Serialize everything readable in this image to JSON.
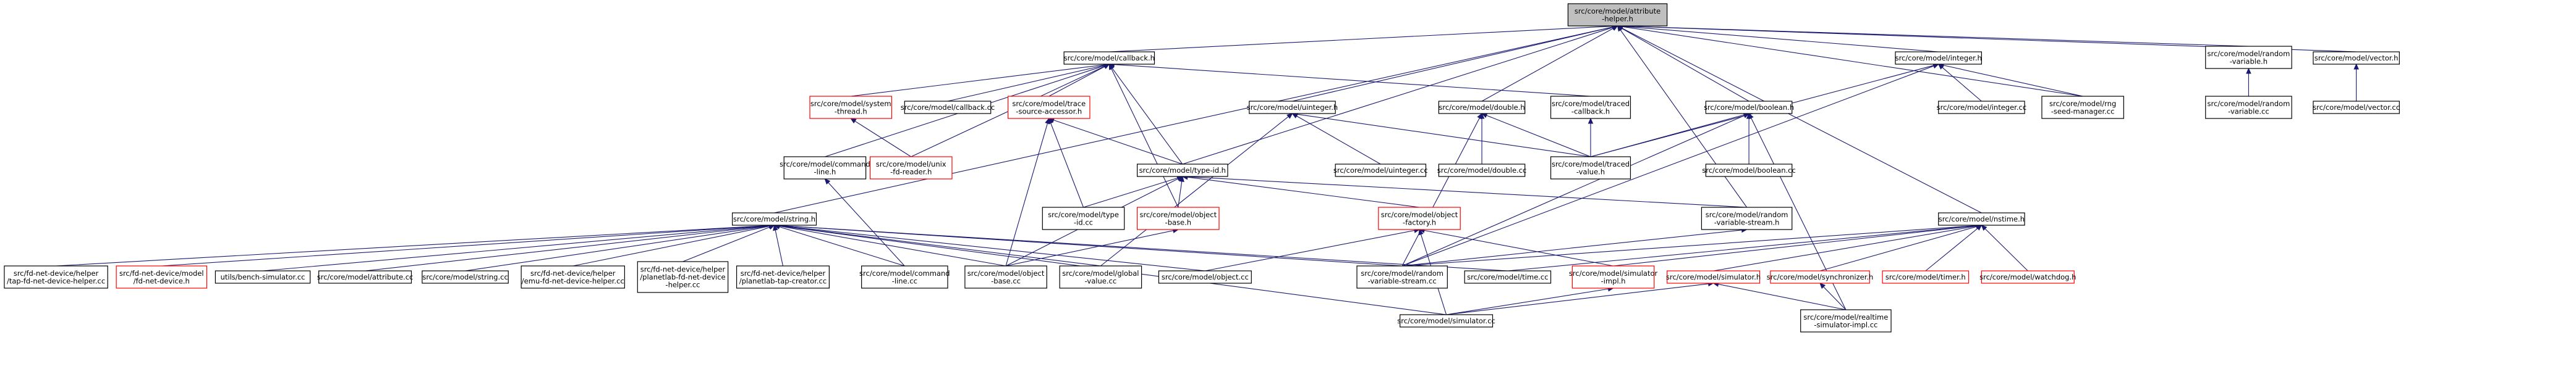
{
  "colors": {
    "edge": "#191970",
    "black_border": "#000000",
    "red_border": "#ff0000",
    "root_fill": "#bfbfbf"
  },
  "nodes": [
    {
      "id": "attr_h",
      "lines": [
        "src/core/model/attribute",
        "-helper.h"
      ],
      "border": "black",
      "root": true
    },
    {
      "id": "callback_h",
      "lines": [
        "src/core/model/callback.h"
      ],
      "border": "black"
    },
    {
      "id": "integer_h",
      "lines": [
        "src/core/model/integer.h"
      ],
      "border": "black"
    },
    {
      "id": "random_var_h",
      "lines": [
        "src/core/model/random",
        "-variable.h"
      ],
      "border": "black"
    },
    {
      "id": "vector_h",
      "lines": [
        "src/core/model/vector.h"
      ],
      "border": "black"
    },
    {
      "id": "system_thread_h",
      "lines": [
        "src/core/model/system",
        "-thread.h"
      ],
      "border": "red"
    },
    {
      "id": "callback_cc",
      "lines": [
        "src/core/model/callback.cc"
      ],
      "border": "black"
    },
    {
      "id": "trace_src_h",
      "lines": [
        "src/core/model/trace",
        "-source-accessor.h"
      ],
      "border": "red"
    },
    {
      "id": "uinteger_h",
      "lines": [
        "src/core/model/uinteger.h"
      ],
      "border": "black"
    },
    {
      "id": "double_h",
      "lines": [
        "src/core/model/double.h"
      ],
      "border": "black"
    },
    {
      "id": "traced_cb_h",
      "lines": [
        "src/core/model/traced",
        "-callback.h"
      ],
      "border": "black"
    },
    {
      "id": "boolean_h",
      "lines": [
        "src/core/model/boolean.h"
      ],
      "border": "black"
    },
    {
      "id": "integer_cc",
      "lines": [
        "src/core/model/integer.cc"
      ],
      "border": "black"
    },
    {
      "id": "rng_seed_cc",
      "lines": [
        "src/core/model/rng",
        "-seed-manager.cc"
      ],
      "border": "black"
    },
    {
      "id": "random_var_cc",
      "lines": [
        "src/core/model/random",
        "-variable.cc"
      ],
      "border": "black"
    },
    {
      "id": "vector_cc",
      "lines": [
        "src/core/model/vector.cc"
      ],
      "border": "black"
    },
    {
      "id": "command_line_h",
      "lines": [
        "src/core/model/command",
        "-line.h"
      ],
      "border": "black"
    },
    {
      "id": "unix_fd_h",
      "lines": [
        "src/core/model/unix",
        "-fd-reader.h"
      ],
      "border": "red"
    },
    {
      "id": "type_id_h",
      "lines": [
        "src/core/model/type-id.h"
      ],
      "border": "black"
    },
    {
      "id": "uinteger_cc",
      "lines": [
        "src/core/model/uinteger.cc"
      ],
      "border": "black"
    },
    {
      "id": "double_cc",
      "lines": [
        "src/core/model/double.cc"
      ],
      "border": "black"
    },
    {
      "id": "traced_value_h",
      "lines": [
        "src/core/model/traced",
        "-value.h"
      ],
      "border": "black"
    },
    {
      "id": "boolean_cc",
      "lines": [
        "src/core/model/boolean.cc"
      ],
      "border": "black"
    },
    {
      "id": "string_h",
      "lines": [
        "src/core/model/string.h"
      ],
      "border": "black"
    },
    {
      "id": "type_id_cc",
      "lines": [
        "src/core/model/type",
        "-id.cc"
      ],
      "border": "black"
    },
    {
      "id": "object_base_h",
      "lines": [
        "src/core/model/object",
        "-base.h"
      ],
      "border": "red"
    },
    {
      "id": "object_factory_h",
      "lines": [
        "src/core/model/object",
        "-factory.h"
      ],
      "border": "red"
    },
    {
      "id": "random_vs_h",
      "lines": [
        "src/core/model/random",
        "-variable-stream.h"
      ],
      "border": "black"
    },
    {
      "id": "nstime_h",
      "lines": [
        "src/core/model/nstime.h"
      ],
      "border": "black"
    },
    {
      "id": "tap_fd_helper_cc",
      "lines": [
        "src/fd-net-device/helper",
        "/tap-fd-net-device-helper.cc"
      ],
      "border": "black"
    },
    {
      "id": "fd_net_device_h",
      "lines": [
        "src/fd-net-device/model",
        "/fd-net-device.h"
      ],
      "border": "red"
    },
    {
      "id": "bench_sim_cc",
      "lines": [
        "utils/bench-simulator.cc"
      ],
      "border": "black"
    },
    {
      "id": "attribute_cc",
      "lines": [
        "src/core/model/attribute.cc"
      ],
      "border": "black"
    },
    {
      "id": "string_cc",
      "lines": [
        "src/core/model/string.cc"
      ],
      "border": "black"
    },
    {
      "id": "emu_fd_helper_cc",
      "lines": [
        "src/fd-net-device/helper",
        "/emu-fd-net-device-helper.cc"
      ],
      "border": "black"
    },
    {
      "id": "planetlab_fd_helper_cc",
      "lines": [
        "src/fd-net-device/helper",
        "/planetlab-fd-net-device",
        "-helper.cc"
      ],
      "border": "black"
    },
    {
      "id": "planetlab_tap_cc",
      "lines": [
        "src/fd-net-device/helper",
        "/planetlab-tap-creator.cc"
      ],
      "border": "black"
    },
    {
      "id": "command_line_cc",
      "lines": [
        "src/core/model/command",
        "-line.cc"
      ],
      "border": "black"
    },
    {
      "id": "object_base_cc",
      "lines": [
        "src/core/model/object",
        "-base.cc"
      ],
      "border": "black"
    },
    {
      "id": "global_value_cc",
      "lines": [
        "src/core/model/global",
        "-value.cc"
      ],
      "border": "black"
    },
    {
      "id": "object_cc",
      "lines": [
        "src/core/model/object.cc"
      ],
      "border": "black"
    },
    {
      "id": "random_vs_cc",
      "lines": [
        "src/core/model/random",
        "-variable-stream.cc"
      ],
      "border": "black"
    },
    {
      "id": "time_cc",
      "lines": [
        "src/core/model/time.cc"
      ],
      "border": "black"
    },
    {
      "id": "sim_impl_h",
      "lines": [
        "src/core/model/simulator",
        "-impl.h"
      ],
      "border": "red"
    },
    {
      "id": "simulator_h",
      "lines": [
        "src/core/model/simulator.h"
      ],
      "border": "red"
    },
    {
      "id": "synchronizer_h",
      "lines": [
        "src/core/model/synchronizer.h"
      ],
      "border": "red"
    },
    {
      "id": "timer_h",
      "lines": [
        "src/core/model/timer.h"
      ],
      "border": "red"
    },
    {
      "id": "watchdog_h",
      "lines": [
        "src/core/model/watchdog.h"
      ],
      "border": "red"
    },
    {
      "id": "simulator_cc",
      "lines": [
        "src/core/model/simulator.cc"
      ],
      "border": "black"
    },
    {
      "id": "realtime_sim_cc",
      "lines": [
        "src/core/model/realtime",
        "-simulator-impl.cc"
      ],
      "border": "black"
    }
  ],
  "edges": [
    [
      "callback_h",
      "attr_h"
    ],
    [
      "integer_h",
      "attr_h"
    ],
    [
      "random_var_h",
      "attr_h"
    ],
    [
      "vector_h",
      "attr_h"
    ],
    [
      "uinteger_h",
      "attr_h"
    ],
    [
      "double_h",
      "attr_h"
    ],
    [
      "boolean_h",
      "attr_h"
    ],
    [
      "rng_seed_cc",
      "attr_h"
    ],
    [
      "type_id_h",
      "attr_h"
    ],
    [
      "string_h",
      "attr_h"
    ],
    [
      "nstime_h",
      "attr_h"
    ],
    [
      "random_vs_h",
      "attr_h"
    ],
    [
      "system_thread_h",
      "callback_h"
    ],
    [
      "callback_cc",
      "callback_h"
    ],
    [
      "trace_src_h",
      "callback_h"
    ],
    [
      "traced_cb_h",
      "callback_h"
    ],
    [
      "command_line_h",
      "callback_h"
    ],
    [
      "unix_fd_h",
      "callback_h"
    ],
    [
      "type_id_h",
      "callback_h"
    ],
    [
      "object_base_h",
      "callback_h"
    ],
    [
      "integer_cc",
      "integer_h"
    ],
    [
      "rng_seed_cc",
      "integer_h"
    ],
    [
      "traced_value_h",
      "integer_h"
    ],
    [
      "random_vs_cc",
      "integer_h"
    ],
    [
      "random_var_cc",
      "random_var_h"
    ],
    [
      "vector_cc",
      "vector_h"
    ],
    [
      "unix_fd_h",
      "system_thread_h"
    ],
    [
      "type_id_h",
      "trace_src_h"
    ],
    [
      "type_id_cc",
      "trace_src_h"
    ],
    [
      "object_base_cc",
      "trace_src_h"
    ],
    [
      "uinteger_cc",
      "uinteger_h"
    ],
    [
      "traced_value_h",
      "uinteger_h"
    ],
    [
      "global_value_cc",
      "uinteger_h"
    ],
    [
      "double_cc",
      "double_h"
    ],
    [
      "traced_value_h",
      "double_h"
    ],
    [
      "random_vs_cc",
      "double_h"
    ],
    [
      "traced_value_h",
      "traced_cb_h"
    ],
    [
      "traced_value_h",
      "boolean_h"
    ],
    [
      "boolean_cc",
      "boolean_h"
    ],
    [
      "random_vs_cc",
      "boolean_h"
    ],
    [
      "realtime_sim_cc",
      "boolean_h"
    ],
    [
      "command_line_cc",
      "command_line_h"
    ],
    [
      "type_id_cc",
      "type_id_h"
    ],
    [
      "object_base_h",
      "type_id_h"
    ],
    [
      "object_factory_h",
      "type_id_h"
    ],
    [
      "random_vs_h",
      "type_id_h"
    ],
    [
      "object_base_cc",
      "type_id_h"
    ],
    [
      "tap_fd_helper_cc",
      "string_h"
    ],
    [
      "fd_net_device_h",
      "string_h"
    ],
    [
      "bench_sim_cc",
      "string_h"
    ],
    [
      "attribute_cc",
      "string_h"
    ],
    [
      "string_cc",
      "string_h"
    ],
    [
      "emu_fd_helper_cc",
      "string_h"
    ],
    [
      "planetlab_fd_helper_cc",
      "string_h"
    ],
    [
      "planetlab_tap_cc",
      "string_h"
    ],
    [
      "command_line_cc",
      "string_h"
    ],
    [
      "object_base_cc",
      "string_h"
    ],
    [
      "global_value_cc",
      "string_h"
    ],
    [
      "object_cc",
      "string_h"
    ],
    [
      "random_vs_cc",
      "string_h"
    ],
    [
      "time_cc",
      "string_h"
    ],
    [
      "simulator_cc",
      "string_h"
    ],
    [
      "object_base_cc",
      "object_base_h"
    ],
    [
      "object_cc",
      "object_factory_h"
    ],
    [
      "simulator_cc",
      "object_factory_h"
    ],
    [
      "sim_impl_h",
      "object_factory_h"
    ],
    [
      "random_vs_cc",
      "random_vs_h"
    ],
    [
      "random_vs_cc",
      "nstime_h"
    ],
    [
      "time_cc",
      "nstime_h"
    ],
    [
      "sim_impl_h",
      "nstime_h"
    ],
    [
      "simulator_h",
      "nstime_h"
    ],
    [
      "synchronizer_h",
      "nstime_h"
    ],
    [
      "timer_h",
      "nstime_h"
    ],
    [
      "watchdog_h",
      "nstime_h"
    ],
    [
      "simulator_cc",
      "sim_impl_h"
    ],
    [
      "simulator_cc",
      "simulator_h"
    ],
    [
      "realtime_sim_cc",
      "simulator_h"
    ],
    [
      "realtime_sim_cc",
      "synchronizer_h"
    ]
  ]
}
